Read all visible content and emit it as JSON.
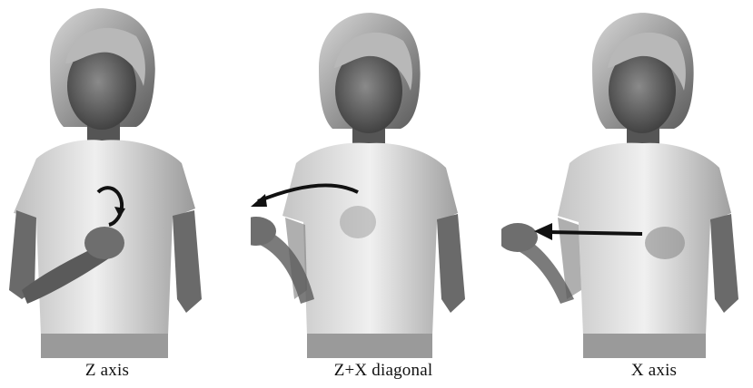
{
  "figure": {
    "panels": [
      {
        "caption": "Z axis",
        "motion": "circular-arrow"
      },
      {
        "caption": "Z+X diagonal",
        "motion": "diagonal-arc-arrow"
      },
      {
        "caption": "X axis",
        "motion": "horizontal-arrow"
      }
    ],
    "colors": {
      "background": "#ffffff",
      "skin_dark": "#3a3a3a",
      "skin_mid": "#7a7a7a",
      "shirt_light": "#e6e6e6",
      "shirt_shadow": "#8c8c8c",
      "arrow": "#111111"
    }
  }
}
